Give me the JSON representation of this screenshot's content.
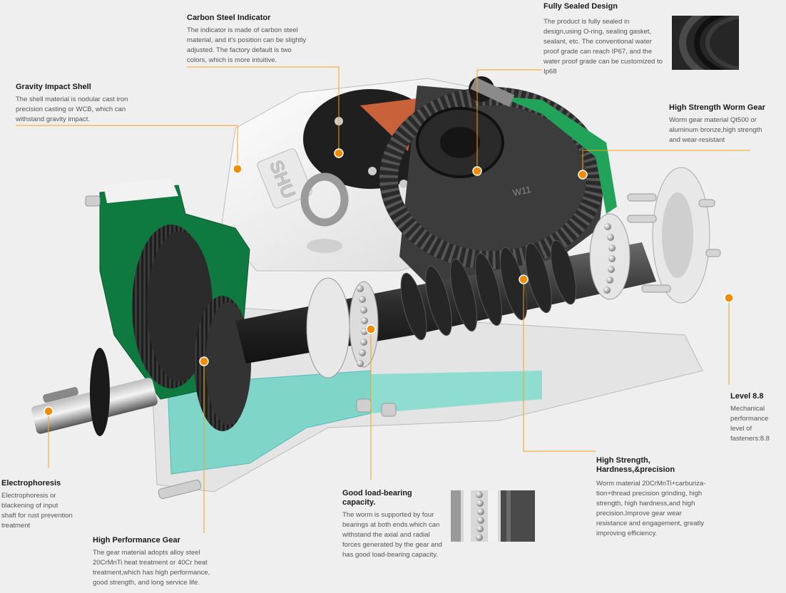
{
  "callouts": {
    "carbon_steel": {
      "title": "Carbon Steel Indicator",
      "body": "The indicator is made of carbon steel material, and it's position can be slightly adjusted. The factory default is two colors, which is more intuitive."
    },
    "sealed": {
      "title": "Fully Sealed Design",
      "body": "The product is fully sealed in design,using O-ring, sealing gasket, sealant, etc. The conventional water proof grade can reach IP67, and the water proof grade can be customized to Ip68"
    },
    "gravity_shell": {
      "title": "Gravity Impact Shell",
      "body": "The shell material is nodular cast iron precision casting or WCB, which can withstand gravity impact."
    },
    "worm_gear": {
      "title": "High Strength Worm Gear",
      "body": "Worm gear material Qt500 or aluminum bronze,high strength and wear-resistant"
    },
    "level": {
      "title": "Level 8.8",
      "body": "Mechanical performance level of fasteners:8.8"
    },
    "hardness": {
      "title_line1": "High Strength,",
      "title_line2": "Hardness,&precision",
      "body": "Worm material 20CrMnTi+carburiza-tion+thread precision grinding, high strength, high hardness,and high precision.Improve gear wear resistance and engagement, greatly improving efficiency."
    },
    "load_bearing": {
      "title": "Good load-bearing capacity.",
      "body": "The worm is supported by four bearings at both ends.which can withstand the axial and radial forces generated by the gear and has good load-bearing capacity."
    },
    "electrophoresis": {
      "title": "Electrophoresis",
      "body": "Electrophoresis or blackening of input shaft for rust prevention treatment"
    },
    "perf_gear": {
      "title": "High Performance Gear",
      "body": "The gear material adopts alloy steel 20CrMnTi heat treatment or 40Cr heat treatment,which has high performance, good strength, and long service life."
    }
  },
  "markings": {
    "shell_brand": "SHU",
    "worm_gear_mark": "W11"
  },
  "colors": {
    "accent": "#f28c00",
    "section_green": "#0f7a3f",
    "section_teal": "#7fd6c8",
    "indicator": "#c9623a"
  }
}
